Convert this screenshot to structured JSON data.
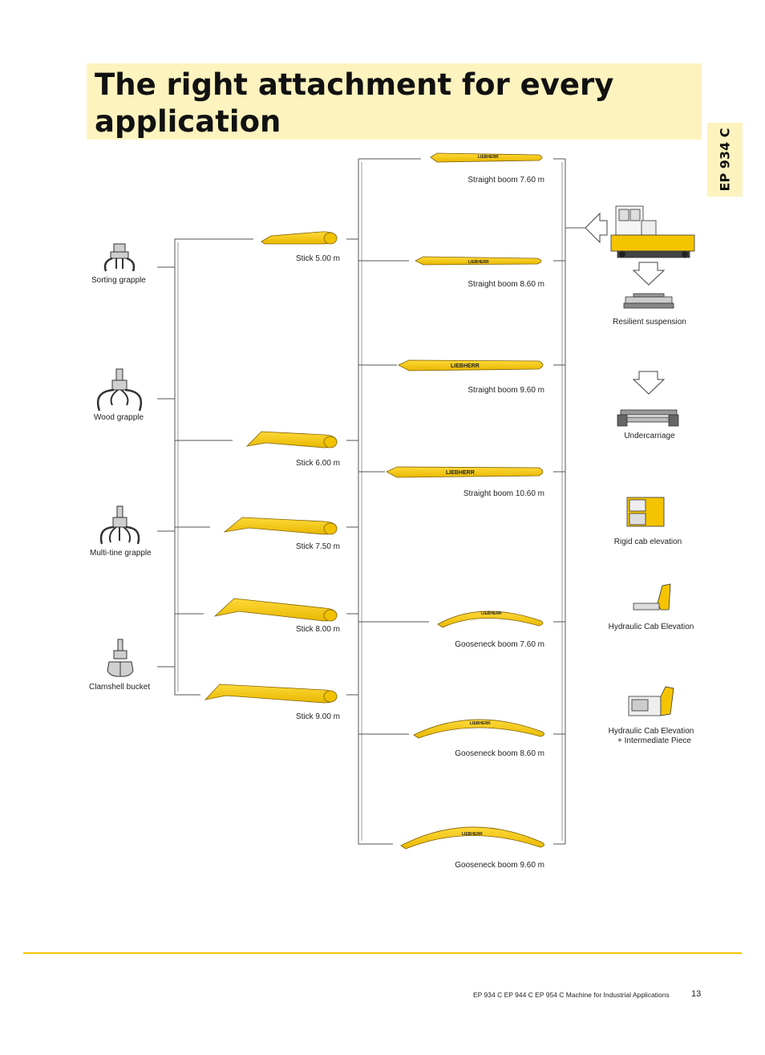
{
  "title": "The right attachment for every application",
  "side_tab": "EP 934 C",
  "attachments": {
    "sorting": "Sorting grapple",
    "wood": "Wood grapple",
    "multitine": "Multi-tine grapple",
    "clamshell": "Clamshell bucket"
  },
  "sticks": {
    "s5": "Stick 5.00 m",
    "s6": "Stick 6.00 m",
    "s75": "Stick 7.50 m",
    "s8": "Stick 8.00 m",
    "s9": "Stick 9.00 m"
  },
  "booms": {
    "sb76": "Straight boom 7.60 m",
    "sb86": "Straight boom 8.60 m",
    "sb96": "Straight boom 9.60 m",
    "sb106": "Straight boom 10.60 m",
    "gb76": "Gooseneck boom 7.60 m",
    "gb86": "Gooseneck boom 8.60 m",
    "gb96": "Gooseneck boom 9.60 m"
  },
  "brand": "LIEBHERR",
  "options": {
    "resilient": "Resilient suspension",
    "undercarriage": "Undercarriage",
    "rigid": "Rigid cab elevation",
    "hydraulic": "Hydraulic Cab Elevation",
    "hydraulic_int_1": "Hydraulic Cab Elevation",
    "hydraulic_int_2": "+ Intermediate Piece"
  },
  "footer": {
    "text": "EP 934 C   EP 944 C   EP 954 C Machine for Industrial Applications",
    "page": "13"
  },
  "colors": {
    "accent": "#f5c400",
    "title_bg": "#fdf3bf"
  }
}
